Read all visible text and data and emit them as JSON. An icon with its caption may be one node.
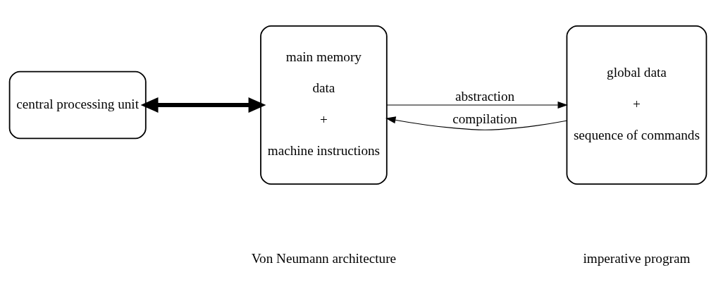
{
  "diagram": {
    "nodes": [
      {
        "text": [
          "central processing unit"
        ]
      },
      {
        "text": [
          "main memory",
          "data",
          "+",
          "machine instructions"
        ]
      },
      {
        "text": [
          "global data",
          "+",
          "sequence of commands"
        ]
      }
    ],
    "edges": [
      {
        "from": 0,
        "to": 1,
        "arrow": "both",
        "style": "thick"
      },
      {
        "from": 1,
        "to": 2,
        "arrow": "to",
        "label": "abstraction"
      },
      {
        "from": 2,
        "to": 1,
        "arrow": "to",
        "label": "compilation"
      }
    ],
    "labels": [
      "Von Neumann architecture",
      "imperative program"
    ]
  }
}
